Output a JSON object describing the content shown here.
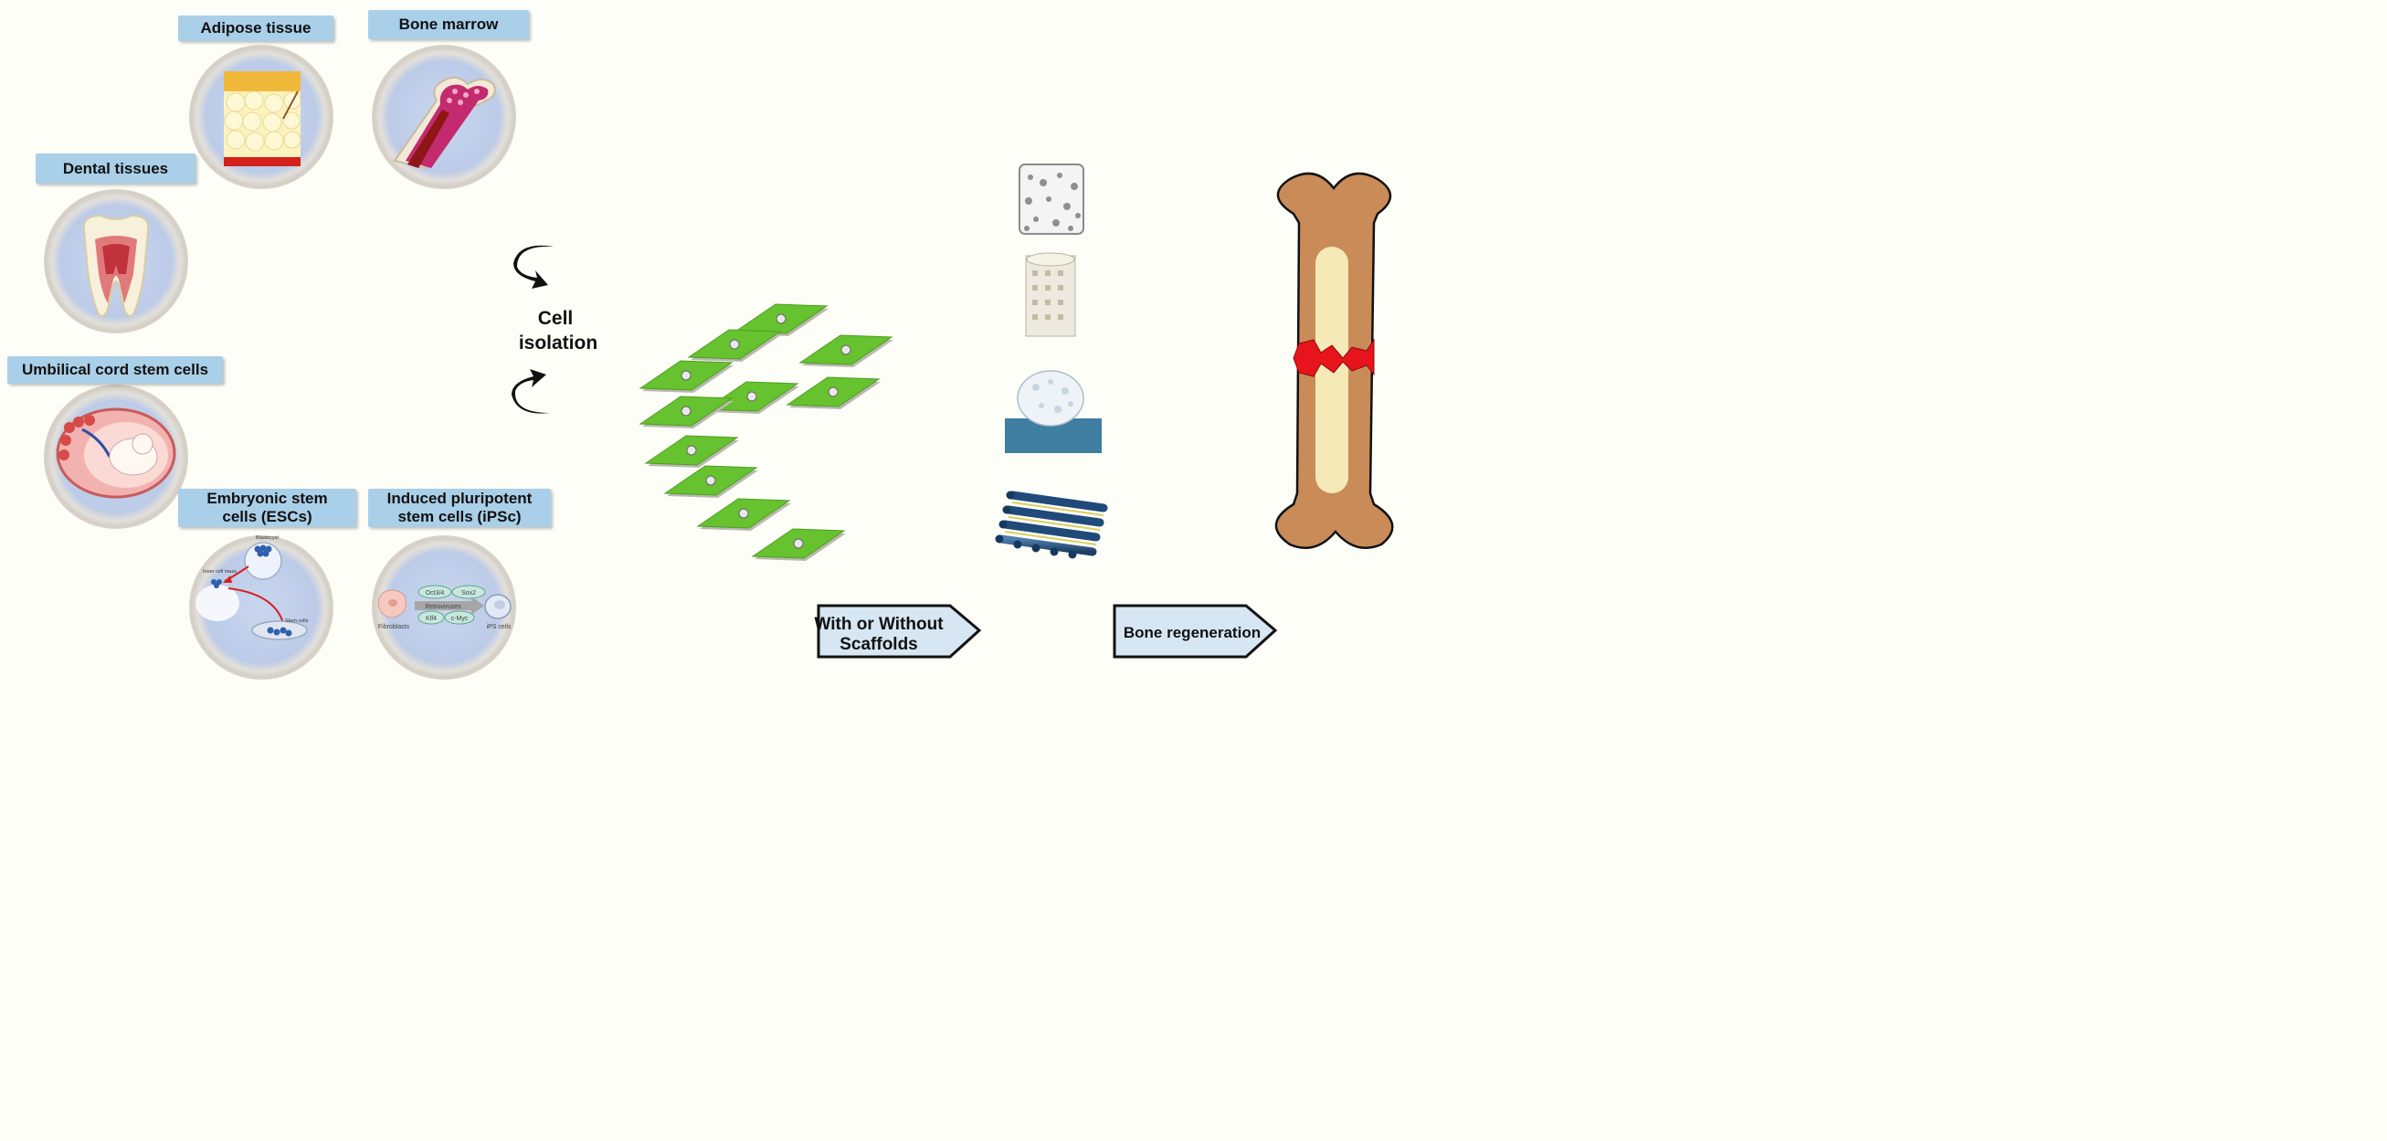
{
  "sources": {
    "adipose": "Adipose tissue",
    "bone_marrow": "Bone marrow",
    "dental": "Dental tissues",
    "umbilical": "Umbilical cord stem cells",
    "embryonic_l1": "Embryonic stem",
    "embryonic_l2": "cells (ESCs)",
    "ipsc_l1": "Induced pluripotent",
    "ipsc_l2": "stem cells (iPSc)"
  },
  "embryo_detail": {
    "blastocyst": "Blastocyst",
    "inner_cell_mass": "Inner cell mass",
    "stem_cells": "Stem cells"
  },
  "ipsc_detail": {
    "oct": "Oct3/4",
    "sox": "Sox2",
    "klf": "Klf4",
    "myc": "c-Myc",
    "retro": "Retroviruses",
    "fibro": "Fibroblasts",
    "ips": "iPS cells"
  },
  "isolation": {
    "line1": "Cell",
    "line2": "isolation"
  },
  "scaffold_arrow": {
    "line1": "With or Without",
    "line2": "Scaffolds"
  },
  "regen_arrow": {
    "text": "Bone regeneration"
  },
  "colors": {
    "label_bg": "#aacfe8",
    "cell_green": "#66c22e",
    "bone_brown": "#c98b58",
    "marrow": "#f6e9b8",
    "fracture": "#e8141c",
    "arrow_fill": "#d6e6f2"
  }
}
